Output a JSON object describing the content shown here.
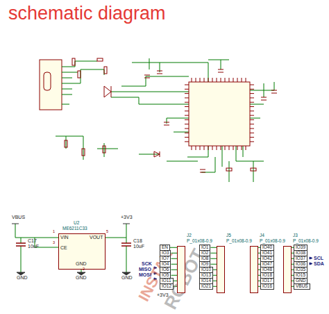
{
  "diagram": {
    "title": "schematic diagram",
    "nodes": [
      {
        "text": [
          "U2",
          "ME6211C33",
          "VIN",
          "CE",
          "GND",
          "VOUT"
        ]
      },
      {
        "text": [
          "J2",
          "P_01x08-0.9"
        ]
      },
      {
        "text": [
          "J5",
          "P_01x08-0.9"
        ]
      },
      {
        "text": [
          "J4",
          "P_01x08-0.9"
        ]
      },
      {
        "text": [
          "J3",
          "P_01x08-0.9"
        ]
      }
    ],
    "labels": [
      "VBUS",
      "C17",
      "10uF",
      "GND",
      "1",
      "3",
      "2",
      "5",
      "GND",
      "+3V3",
      "C18",
      "10uF",
      "GND",
      "EN",
      "IO3",
      "IO7",
      "IO4",
      "IO6",
      "IO5",
      "IO11",
      "IO12",
      "SCK",
      "MISO",
      "MOSI",
      "+3V3",
      "IO1",
      "IO2",
      "IO8",
      "IO9",
      "IO10",
      "IO13",
      "IO14",
      "IO21",
      "IO40",
      "IO41",
      "IO42",
      "IO47",
      "IO48",
      "IO18",
      "IO17",
      "IO16",
      "IO39",
      "IO38",
      "IO37",
      "IO36",
      "IO35",
      "IO15",
      "GND",
      "VBUS",
      "SCL",
      "SDA",
      "INSTAR",
      "ROBOT"
    ]
  }
}
